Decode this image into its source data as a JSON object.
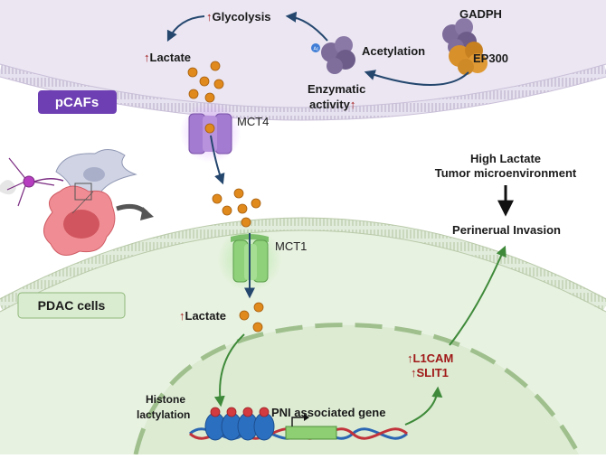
{
  "labels": {
    "glycolysis": "Glycolysis",
    "lactate_top": "Lactate",
    "acetylation": "Acetylation",
    "gadph": "GADPH",
    "ep300": "EP300",
    "enzymatic_line1": "Enzymatic",
    "enzymatic_line2": "activity",
    "pcafs": "pCAFs",
    "mct4": "MCT4",
    "mct1": "MCT1",
    "high_lactate_line1": "High Lactate",
    "high_lactate_line2": "Tumor microenvironment",
    "perineural_invasion": "Perinerual Invasion",
    "pdac_cells": "PDAC cells",
    "lactate_bottom": "Lactate",
    "l1cam": "L1CAM",
    "slit1": "SLIT1",
    "histone_line1": "Histone",
    "histone_line2": "lactylation",
    "pni_gene": "PNI associated gene",
    "up_arrow": "↑"
  },
  "colors": {
    "pcafs_box": "#6e3fb3",
    "pdac_box": "#d9ecd0",
    "cytoplasm_top": "#ebe6f2",
    "cytoplasm_bottom": "#e8f2e1",
    "nucleus": "#dcebd2",
    "lactate_dot": "#e0891c",
    "increase_arrow": "#a01818",
    "flow_arrow_top": "#25476e",
    "flow_arrow_bottom": "#3f8a3a"
  }
}
